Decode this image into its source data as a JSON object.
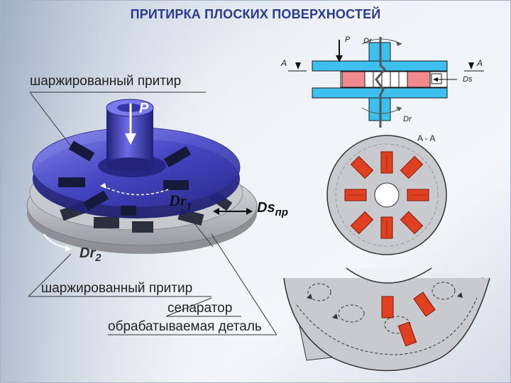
{
  "title": "ПРИТИРКА ПЛОСКИХ ПОВЕРХНОСТЕЙ",
  "labels": {
    "top_lap": "шаржированный притир",
    "bottom_lap": "шаржированный притир",
    "separator": "сепаратор",
    "workpiece": "обрабатываемая деталь"
  },
  "motion": {
    "force": "P",
    "rot1": "Dr",
    "rot1_sub": "1",
    "rot2": "Dr",
    "rot2_sub": "2",
    "sep": "Ds",
    "sep_sub": "пр"
  },
  "scheme": {
    "force": "P",
    "rot_top": "Dr",
    "rot_bottom": "Dr",
    "section_left": "A",
    "section_right": "A",
    "sep_motion": "Ds",
    "section_title": "A - A"
  },
  "colors": {
    "lap_blue": "#3b3bb0",
    "part_red": "#e0401f",
    "separator_gray": "#b9bcc3",
    "scheme_cyan": "#3ec0ee",
    "title": "#2b3b8c"
  }
}
